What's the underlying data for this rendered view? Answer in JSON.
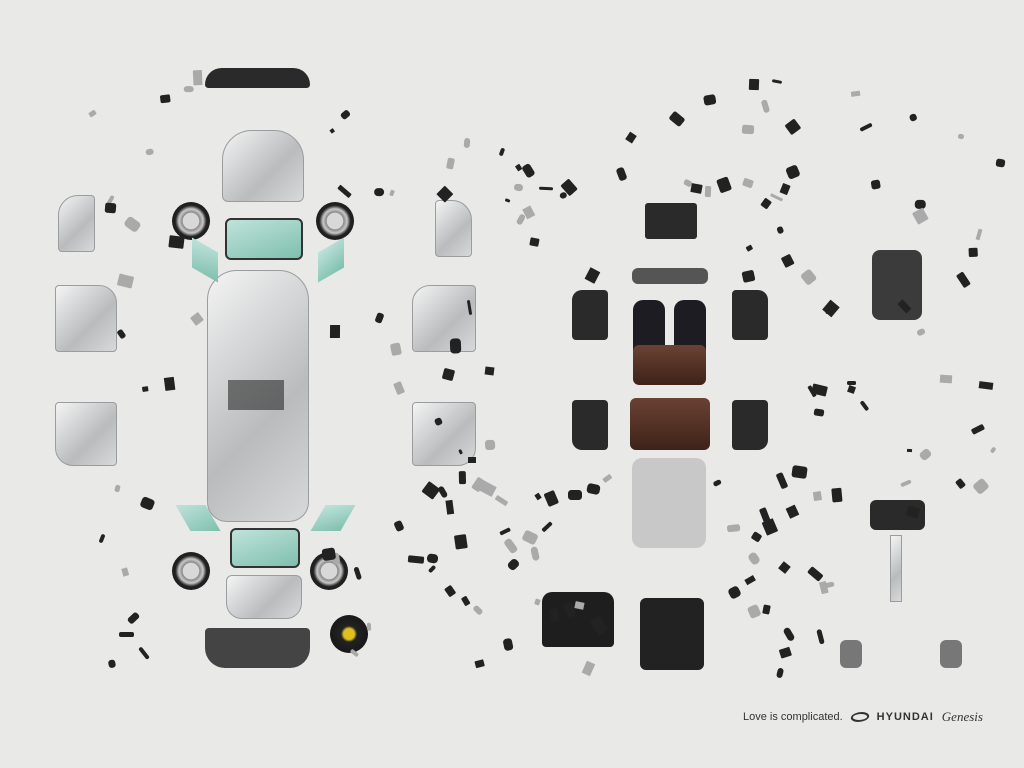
{
  "ad": {
    "tagline": "Love is complicated.",
    "brand": "HYUNDAI",
    "model": "Genesis",
    "logo_icon": "hyundai-logo-icon"
  },
  "colors": {
    "background": "#e9e9e8",
    "glass": "#9fd3c6",
    "leather": "#5a3427"
  }
}
